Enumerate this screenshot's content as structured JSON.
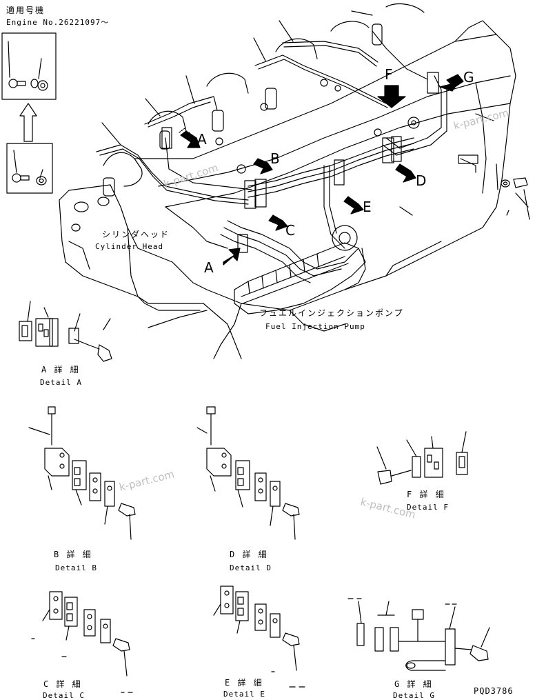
{
  "header": {
    "serial_jp": "適用号機",
    "serial_en": "Engine No.26221097～"
  },
  "labels": {
    "cylinder_head_jp": "シリンダヘッド",
    "cylinder_head_en": "Cylinder Head",
    "pump_jp": "フュエルインジェクションポンプ",
    "pump_en": "Fuel Injection Pump"
  },
  "callouts": [
    "A",
    "B",
    "C",
    "D",
    "E",
    "F",
    "G",
    "A"
  ],
  "details": [
    {
      "jp": "A 詳 細",
      "en": "Detail A"
    },
    {
      "jp": "B 詳 細",
      "en": "Detail B"
    },
    {
      "jp": "D 詳 細",
      "en": "Detail D"
    },
    {
      "jp": "F 詳 細",
      "en": "Detail F"
    },
    {
      "jp": "C 詳 細",
      "en": "Detail C"
    },
    {
      "jp": "E 詳 細",
      "en": "Detail E"
    },
    {
      "jp": "G 詳 細",
      "en": "Detail G"
    }
  ],
  "watermarks": [
    "k-part.com",
    "k-part.com",
    "k-part.com",
    "k-part.com"
  ],
  "drawing_number": "PQD3786"
}
